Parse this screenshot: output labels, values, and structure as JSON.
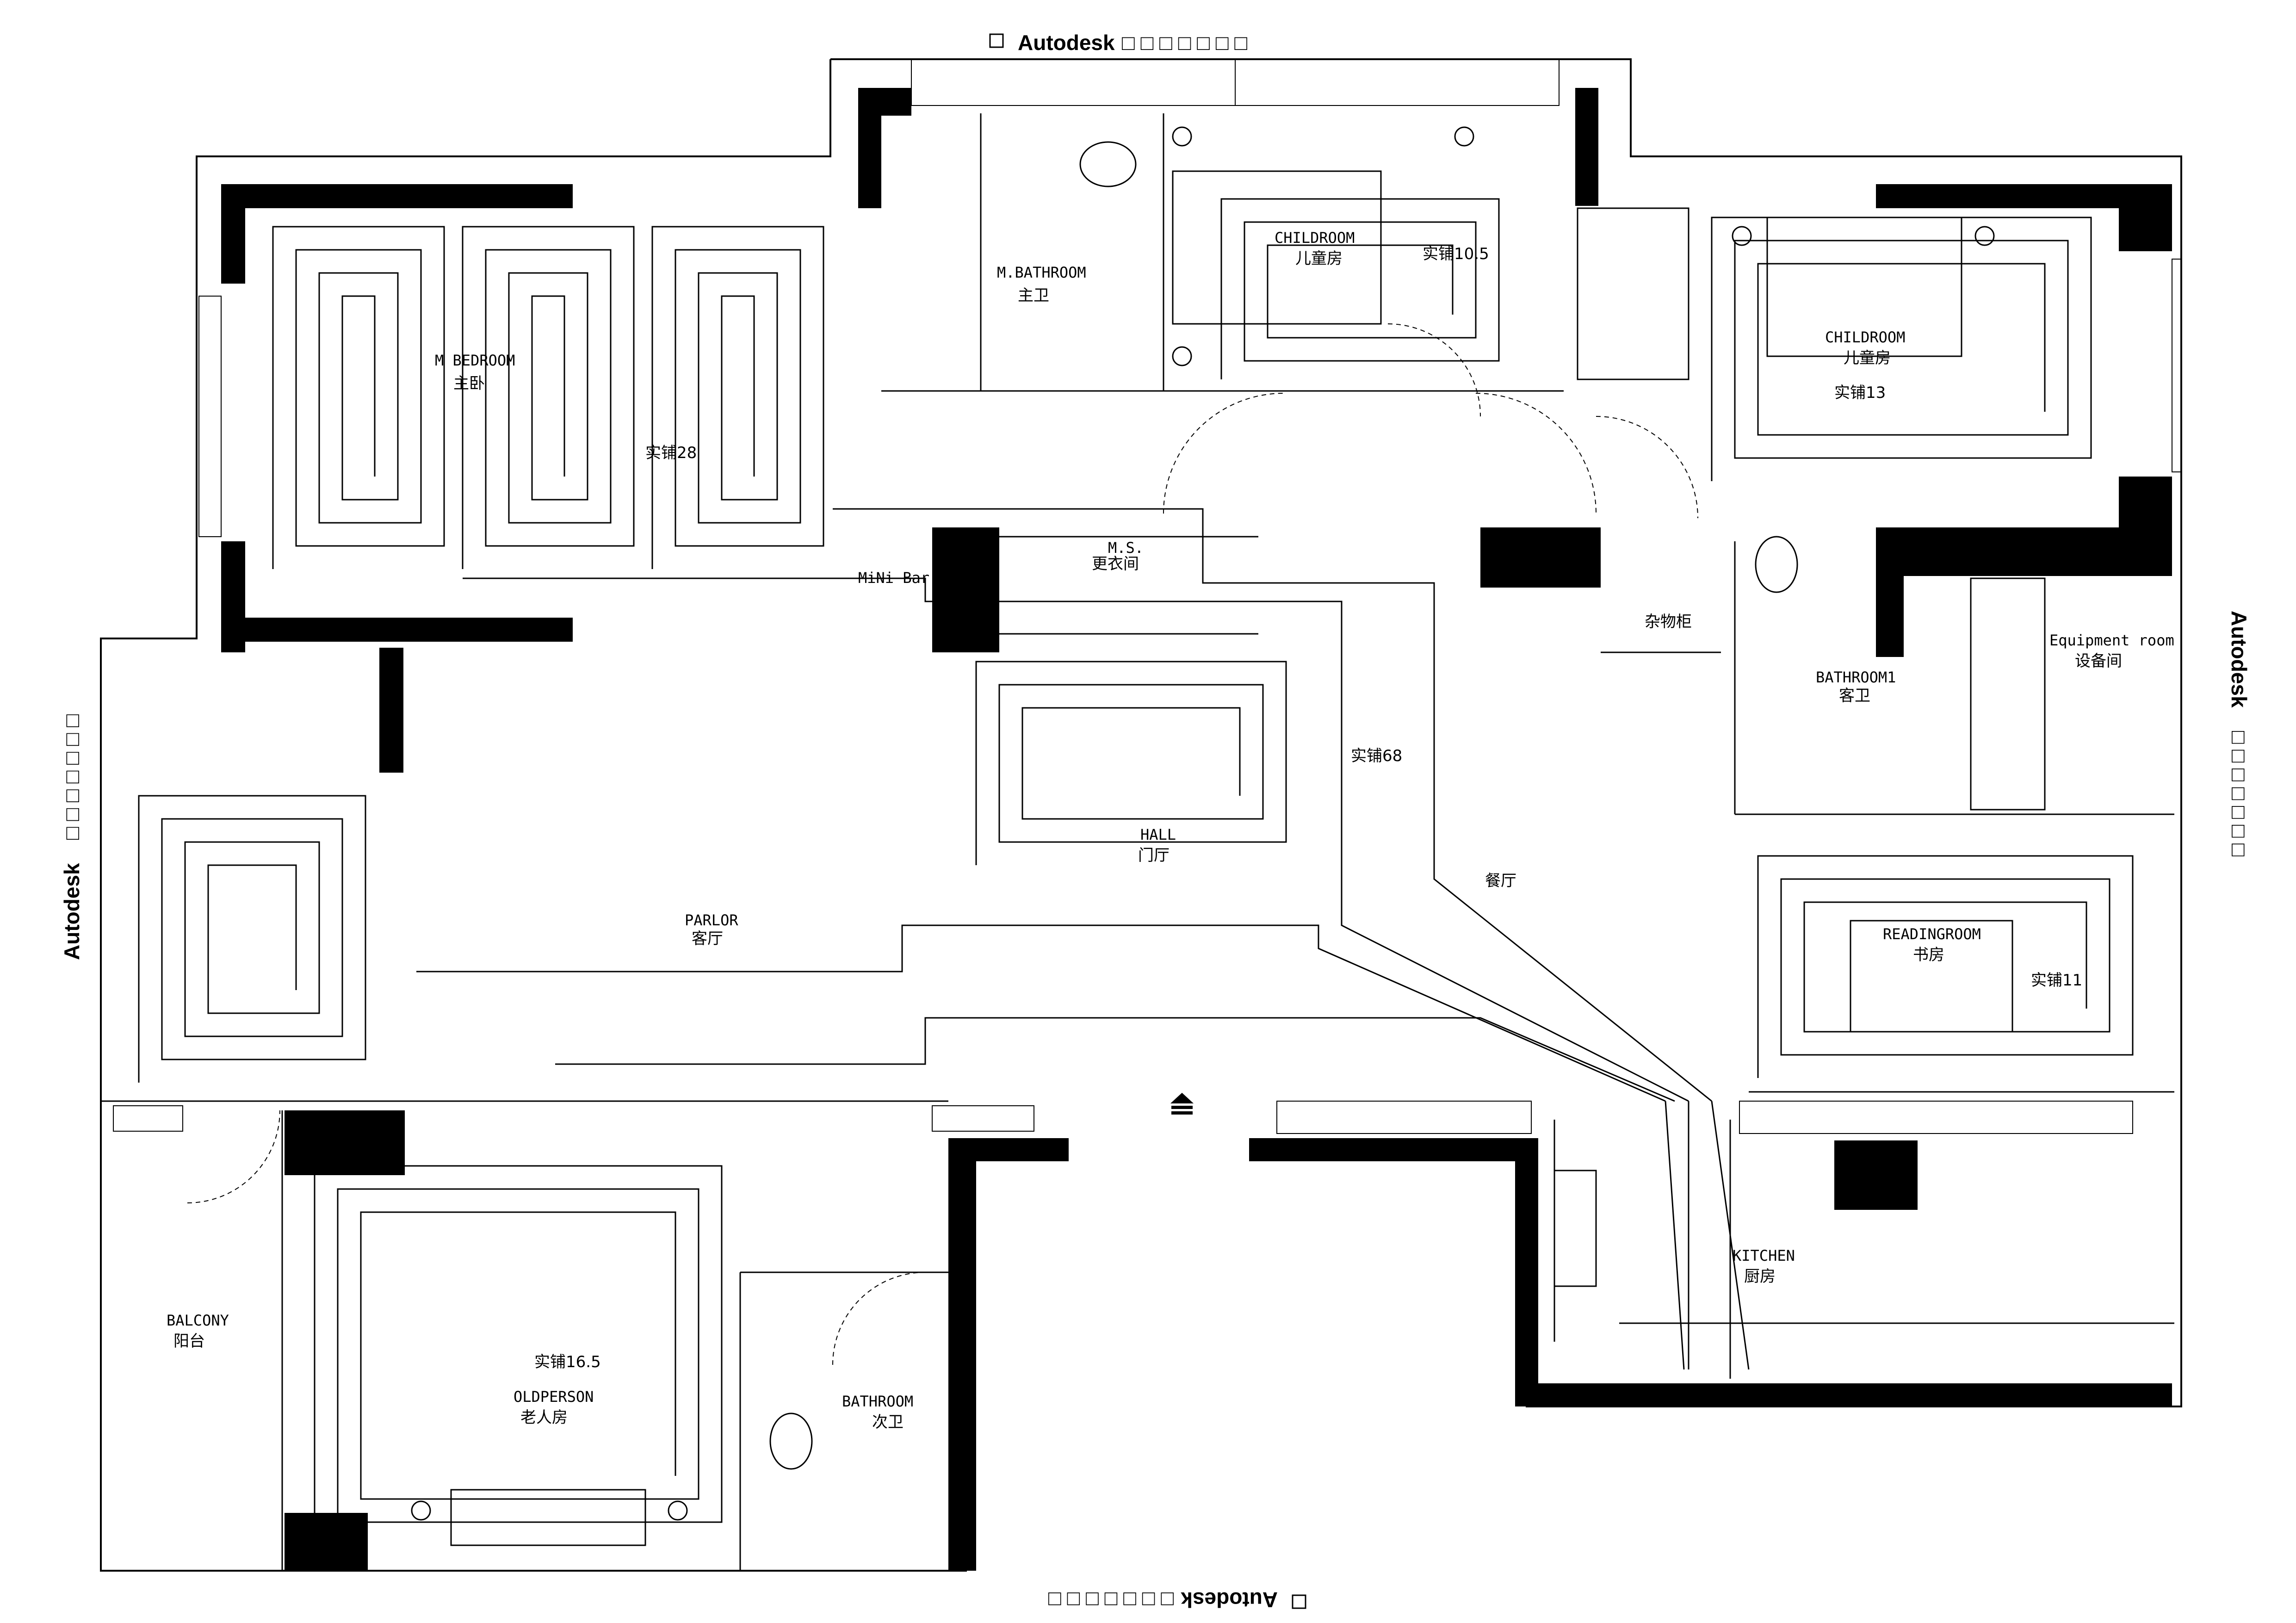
{
  "watermark": {
    "brand": "Autodesk",
    "tail": "□ □ □ □ □ □ □"
  },
  "rooms": {
    "m_bedroom": {
      "en": "M BEDROOM",
      "zh": "主卧",
      "area": "实铺28"
    },
    "m_bathroom": {
      "en": "M.BATHROOM",
      "zh": "主卫"
    },
    "childroom_1": {
      "en": "CHILDROOM",
      "zh": "儿童房",
      "area": "实铺10.5"
    },
    "childroom_2": {
      "en": "CHILDROOM",
      "zh": "儿童房",
      "area": "实铺13"
    },
    "minibar": {
      "en": "MiNi Bar"
    },
    "ms": {
      "en": "M.S.",
      "zh": "更衣间"
    },
    "storage": {
      "zh": "杂物柜"
    },
    "bathroom1": {
      "en": "BATHROOM1",
      "zh": "客卫"
    },
    "equipment": {
      "en": "Equipment room",
      "zh": "设备间"
    },
    "hall_area": {
      "area": "实铺68"
    },
    "hall": {
      "en": "HALL",
      "zh": "门厅"
    },
    "parlor": {
      "en": "PARLOR",
      "zh": "客厅"
    },
    "dining": {
      "zh": "餐厅"
    },
    "readingroom": {
      "en": "READINGROOM",
      "zh": "书房",
      "area": "实铺11"
    },
    "kitchen": {
      "en": "KITCHEN",
      "zh": "厨房"
    },
    "balcony": {
      "en": "BALCONY",
      "zh": "阳台"
    },
    "oldperson": {
      "en": "OLDPERSON",
      "zh": "老人房",
      "area": "实铺16.5"
    },
    "bathroom": {
      "en": "BATHROOM",
      "zh": "次卫"
    }
  }
}
